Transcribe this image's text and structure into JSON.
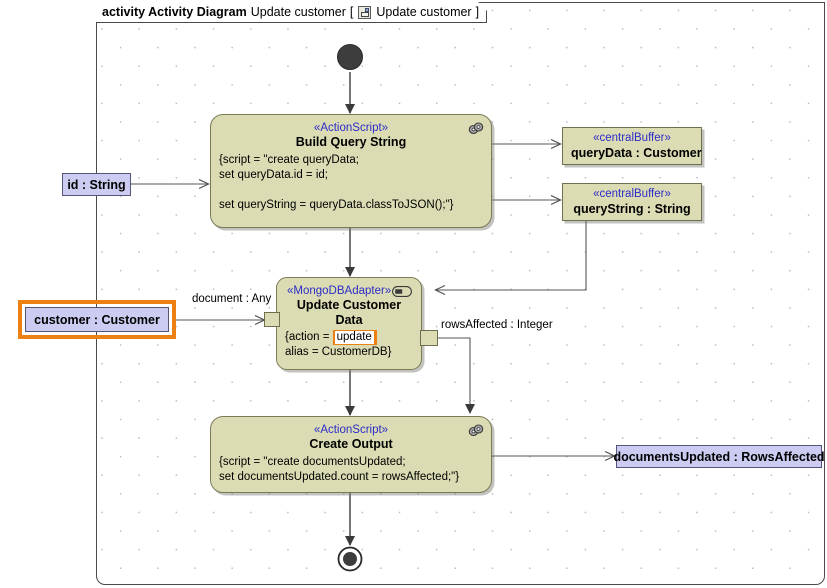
{
  "frame": {
    "keyword": "activity Activity Diagram",
    "name": "Update customer",
    "bracket_open": "[",
    "icon": "activity-diagram-icon",
    "inner_name": "Update customer",
    "bracket_close": "]"
  },
  "colors": {
    "action_fill": "#DCDCB4",
    "action_border": "#7A7A55",
    "stereotype_text": "#2B2BC8",
    "param_fill": "#CCCCF2",
    "param_border": "#555577",
    "selection_orange": "#EC8013",
    "frame_border": "#4A4A4A",
    "node_text": "#000000"
  },
  "nodes": {
    "initial": {
      "name": "initial-node"
    },
    "final": {
      "name": "activity-final-node"
    },
    "build_query": {
      "stereotype": "«ActionScript»",
      "title": "Build Query String",
      "body": "{script = \"create queryData;\nset queryData.id = id;\n\nset queryString = queryData.classToJSON();\"}",
      "icon": "script-icon"
    },
    "update_customer": {
      "stereotype": "«MongoDBAdapter»",
      "title_line1": "Update Customer",
      "title_line2": "Data",
      "body_prefix": "{action = ",
      "body_value": "update",
      "body_suffix": "alias = CustomerDB}",
      "icon": "adapter-icon"
    },
    "create_output": {
      "stereotype": "«ActionScript»",
      "title": "Create Output",
      "body": "{script = \"create documentsUpdated;\nset documentsUpdated.count = rowsAffected;\"}",
      "icon": "script-icon"
    }
  },
  "buffers": [
    {
      "stereotype": "«centralBuffer»",
      "label": "queryData : Customer"
    },
    {
      "stereotype": "«centralBuffer»",
      "label": "queryString : String"
    }
  ],
  "parameters": [
    {
      "label": "id : String",
      "selected": false
    },
    {
      "label": "customer : Customer",
      "selected": true
    },
    {
      "label": "documentsUpdated : RowsAffected",
      "selected": false
    }
  ],
  "edge_labels": [
    {
      "label": "document : Any"
    },
    {
      "label": "rowsAffected : Integer"
    }
  ]
}
